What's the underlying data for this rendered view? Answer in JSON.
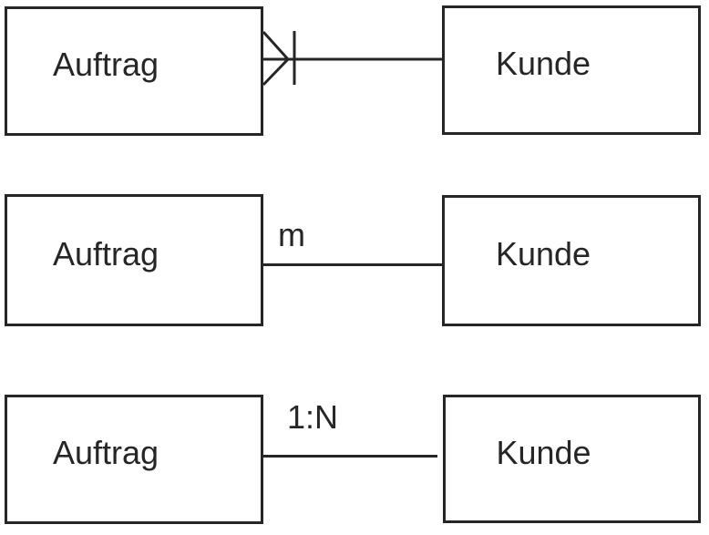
{
  "diagram": {
    "description": "Three alternative cardinality notations between the same two entities",
    "background_color": "#ffffff",
    "stroke_color": "#262626",
    "text_color": "#262626",
    "rows": [
      {
        "left_entity": "Auftrag",
        "right_entity": "Kunde",
        "connector": "crow-foot-many-with-one-bar",
        "label": ""
      },
      {
        "left_entity": "Auftrag",
        "right_entity": "Kunde",
        "connector": "plain-line",
        "label": "m"
      },
      {
        "left_entity": "Auftrag",
        "right_entity": "Kunde",
        "connector": "plain-line-with-gap",
        "label": "1:N"
      }
    ]
  }
}
